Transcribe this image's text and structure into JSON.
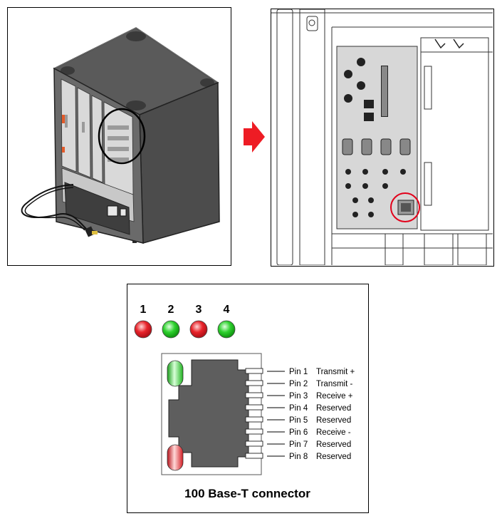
{
  "colors": {
    "led_red": "#e8232a",
    "led_green": "#2fd12f",
    "arrow_red": "#ee1c24",
    "highlight_red": "#e2001a",
    "chassis_dark": "#545454",
    "connector_body": "#5e5e5e"
  },
  "leds": [
    {
      "number": "1",
      "color": "red"
    },
    {
      "number": "2",
      "color": "green"
    },
    {
      "number": "3",
      "color": "red"
    },
    {
      "number": "4",
      "color": "green"
    }
  ],
  "pins": [
    {
      "pin": "Pin 1",
      "signal": "Transmit +"
    },
    {
      "pin": "Pin 2",
      "signal": "Transmit -"
    },
    {
      "pin": "Pin 3",
      "signal": "Receive +"
    },
    {
      "pin": "Pin 4",
      "signal": "Reserved"
    },
    {
      "pin": "Pin 5",
      "signal": "Reserved"
    },
    {
      "pin": "Pin 6",
      "signal": "Receive -"
    },
    {
      "pin": "Pin 7",
      "signal": "Reserved"
    },
    {
      "pin": "Pin 8",
      "signal": "Reserved"
    }
  ],
  "caption": "100 Base-T connector",
  "icons": [
    "chassis-illustration",
    "direction-arrow-icon",
    "io-panel-illustration",
    "ethernet-port-highlight"
  ]
}
